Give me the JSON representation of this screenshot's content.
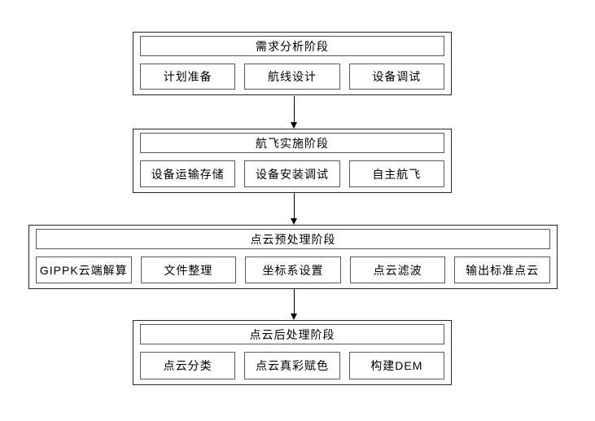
{
  "colors": {
    "background": "#ffffff",
    "outer_border": "#262626",
    "inner_border": "#595959",
    "text": "#000000",
    "arrow": "#000000"
  },
  "flowchart": {
    "stages": [
      {
        "title": "需求分析阶段",
        "steps": [
          "计划准备",
          "航线设计",
          "设备调试"
        ]
      },
      {
        "title": "航飞实施阶段",
        "steps": [
          "设备运输存储",
          "设备安装调试",
          "自主航飞"
        ]
      },
      {
        "title": "点云预处理阶段",
        "steps": [
          "GIPPK云端解算",
          "文件整理",
          "坐标系设置",
          "点云滤波",
          "输出标准点云"
        ]
      },
      {
        "title": "点云后处理阶段",
        "steps": [
          "点云分类",
          "点云真彩赋色",
          "构建DEM"
        ]
      }
    ]
  }
}
